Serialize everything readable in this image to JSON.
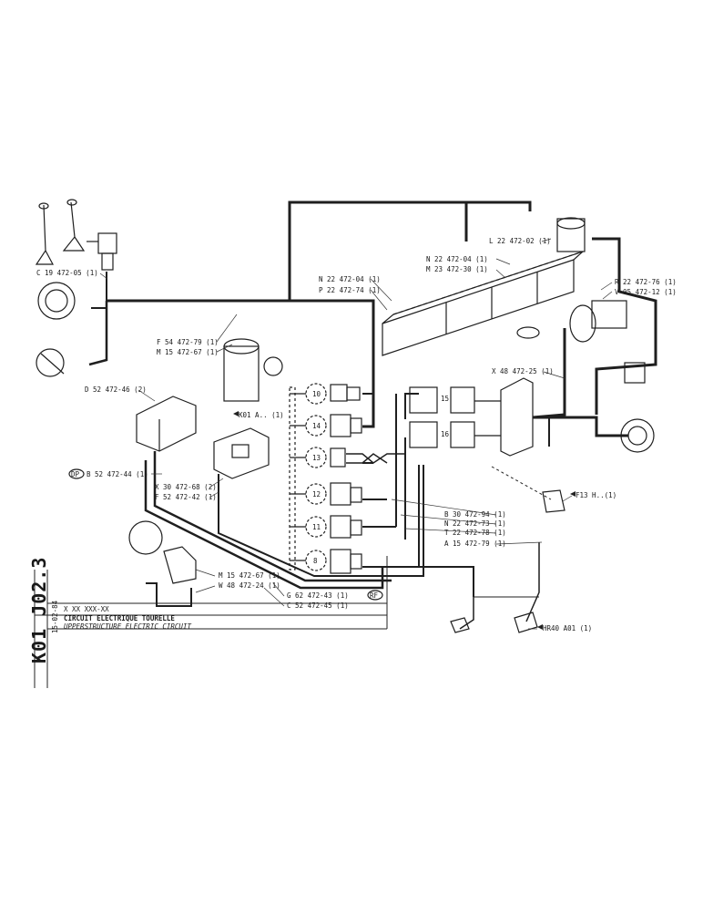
{
  "drawing": {
    "side_code": "K01 J02.3",
    "side_date": "15-02-84",
    "ref_code": "X XX XXX-XX",
    "title_fr": "CIRCUIT ELECTRIQUE TOURELLE",
    "title_en": "UPPERSTRUCTURE ELECTRIC CIRCUIT"
  },
  "labels": {
    "c19": "C 19 472-05 (1)",
    "n22a": "N 22 472-04 (1)",
    "p22": "P 22 472-74 (1)",
    "l22": "L 22 472-02 (1)",
    "n22b": "N 22 472-04 (1)",
    "m23": "M 23 472-30 (1)",
    "r22": "R 22 472-76 (1)",
    "v05": "V 05 472-12 (1)",
    "f54": "F 54 472-79 (1)",
    "m15a": "M 15 472-67 (1)",
    "d52": "D 52 472-46 (2)",
    "k01": "K01 A.. (1)",
    "x48": "X 48 472-25 (1)",
    "b52": "B 52 472-44 (1)",
    "x30": "X 30 472-68 (2)",
    "f52": "F 52 472-42 (1)",
    "f13": "F13 H..(1)",
    "b30": "B 30 472-94 (1)",
    "n22c": "N 22 472-73 (1)",
    "t22": "T 22 472-78 (1)",
    "a15": "A 15 472-79 (1)",
    "m15b": "M 15 472-67 (1)",
    "w48": "W 48 472-24 (1)",
    "g62": "G 62 472-43 (1)",
    "c52": "C 52 472-45 (1)",
    "hr40": "HR40 A01 (1)",
    "dp": "DP",
    "rf": "RF"
  },
  "connectors": {
    "c10": "10",
    "c14": "14",
    "c13": "13",
    "c12": "12",
    "c11": "11",
    "c8": "8",
    "c15": "15",
    "c16": "16"
  }
}
